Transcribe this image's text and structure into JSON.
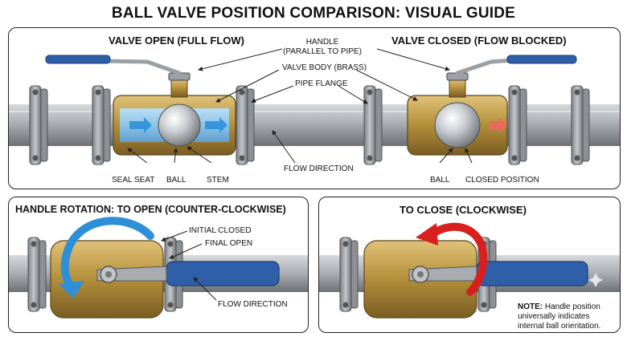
{
  "title": "BALL VALVE POSITION COMPARISON: VISUAL GUIDE",
  "top": {
    "open_header": "VALVE OPEN (FULL FLOW)",
    "closed_header": "VALVE CLOSED (FLOW BLOCKED)",
    "handle_label_1": "HANDLE",
    "handle_label_2": "(PARALLEL TO PIPE)",
    "valve_body_label": "VALVE BODY",
    "valve_body_suffix": "(BRASS)",
    "pipe_flange_label": "PIPE FLANGE",
    "flow_direction_label": "FLOW DIRECTION",
    "seal_seat_label": "SEAL SEAT",
    "ball_label": "BALL",
    "stem_label": "STEM",
    "ball_label_closed": "BALL",
    "closed_position_label": "CLOSED POSITION"
  },
  "bottom_left": {
    "header": "HANDLE ROTATION:  TO OPEN (COUNTER-CLOCKWISE)",
    "initial_closed_label": "INITIAL CLOSED",
    "final_open_label": "FINAL OPEN",
    "flow_direction_label": "FLOW DIRECTION"
  },
  "bottom_right": {
    "header": "TO CLOSE (CLOCKWISE)",
    "note_prefix": "NOTE:",
    "note_text": " Handle position universally indicates internal ball orientation."
  },
  "colors": {
    "handle_blue": "#2f5fa8",
    "brass": "#b8943e",
    "pipe_steel": "#a9adb1",
    "flow_water": "#8fc4e8",
    "arrow_blue": "#2e8fd8",
    "arrow_red": "#d8201e"
  }
}
